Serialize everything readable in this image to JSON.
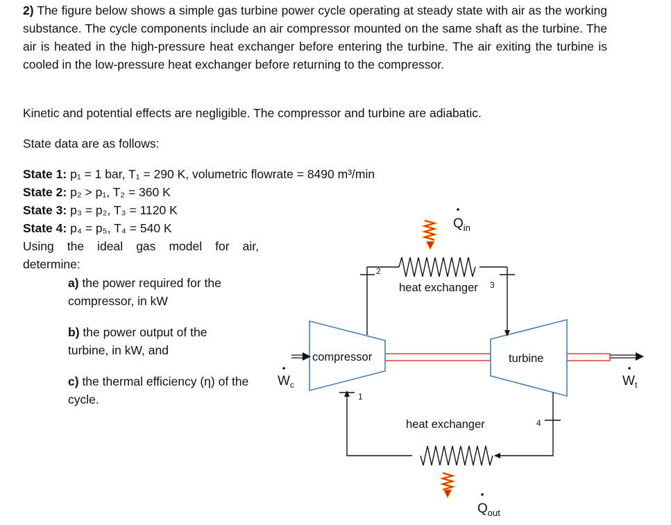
{
  "problem": {
    "number": "2)",
    "intro": "The figure below shows a simple gas turbine power cycle operating at steady state with air as the working substance. The cycle components include an air compressor mounted on the same shaft as the turbine. The air is heated in the high-pressure heat exchanger before entering the turbine. The air exiting the turbine is cooled in the low-pressure heat exchanger before returning to the compressor.",
    "assumptions": "Kinetic and potential effects are negligible. The compressor and turbine are adiabatic.",
    "state_intro": "State data are as follows:",
    "states": [
      {
        "label": "State 1:",
        "text": "p₁ = 1 bar, T₁ = 290 K, volumetric flowrate = 8490 m³/min"
      },
      {
        "label": "State 2:",
        "text": "p₂ > p₁, T₂ = 360 K"
      },
      {
        "label": "State 3:",
        "text": "p₃ = p₂, T₃ = 1120 K"
      },
      {
        "label": "State 4:",
        "text": "p₄ = p₅, T₄ = 540 K"
      }
    ],
    "instruction": "Using the ideal gas model for air, determine:",
    "questions": [
      {
        "label": "a)",
        "text": "the power required for the compressor, in kW"
      },
      {
        "label": "b)",
        "text": "the power output of the turbine, in kW, and"
      },
      {
        "label": "c)",
        "text": "the thermal efficiency (η) of the cycle."
      }
    ]
  },
  "diagram": {
    "compressor_label": "compressor",
    "turbine_label": "turbine",
    "hx_top_label": "heat exchanger",
    "hx_bottom_label": "heat exchanger",
    "state_numbers": [
      "1",
      "2",
      "3",
      "4"
    ],
    "q_in": {
      "symbol": "Q",
      "sub": "in"
    },
    "q_out": {
      "symbol": "Q",
      "sub": "out"
    },
    "w_c": {
      "symbol": "W",
      "sub": "c"
    },
    "w_t": {
      "symbol": "W",
      "sub": "t"
    },
    "colors": {
      "component_stroke": "#4a7fb5",
      "shaft": "#e03a3a",
      "heat_arrow_red": "#e02020",
      "heat_arrow_yellow": "#f5c518",
      "line": "#111111"
    }
  }
}
